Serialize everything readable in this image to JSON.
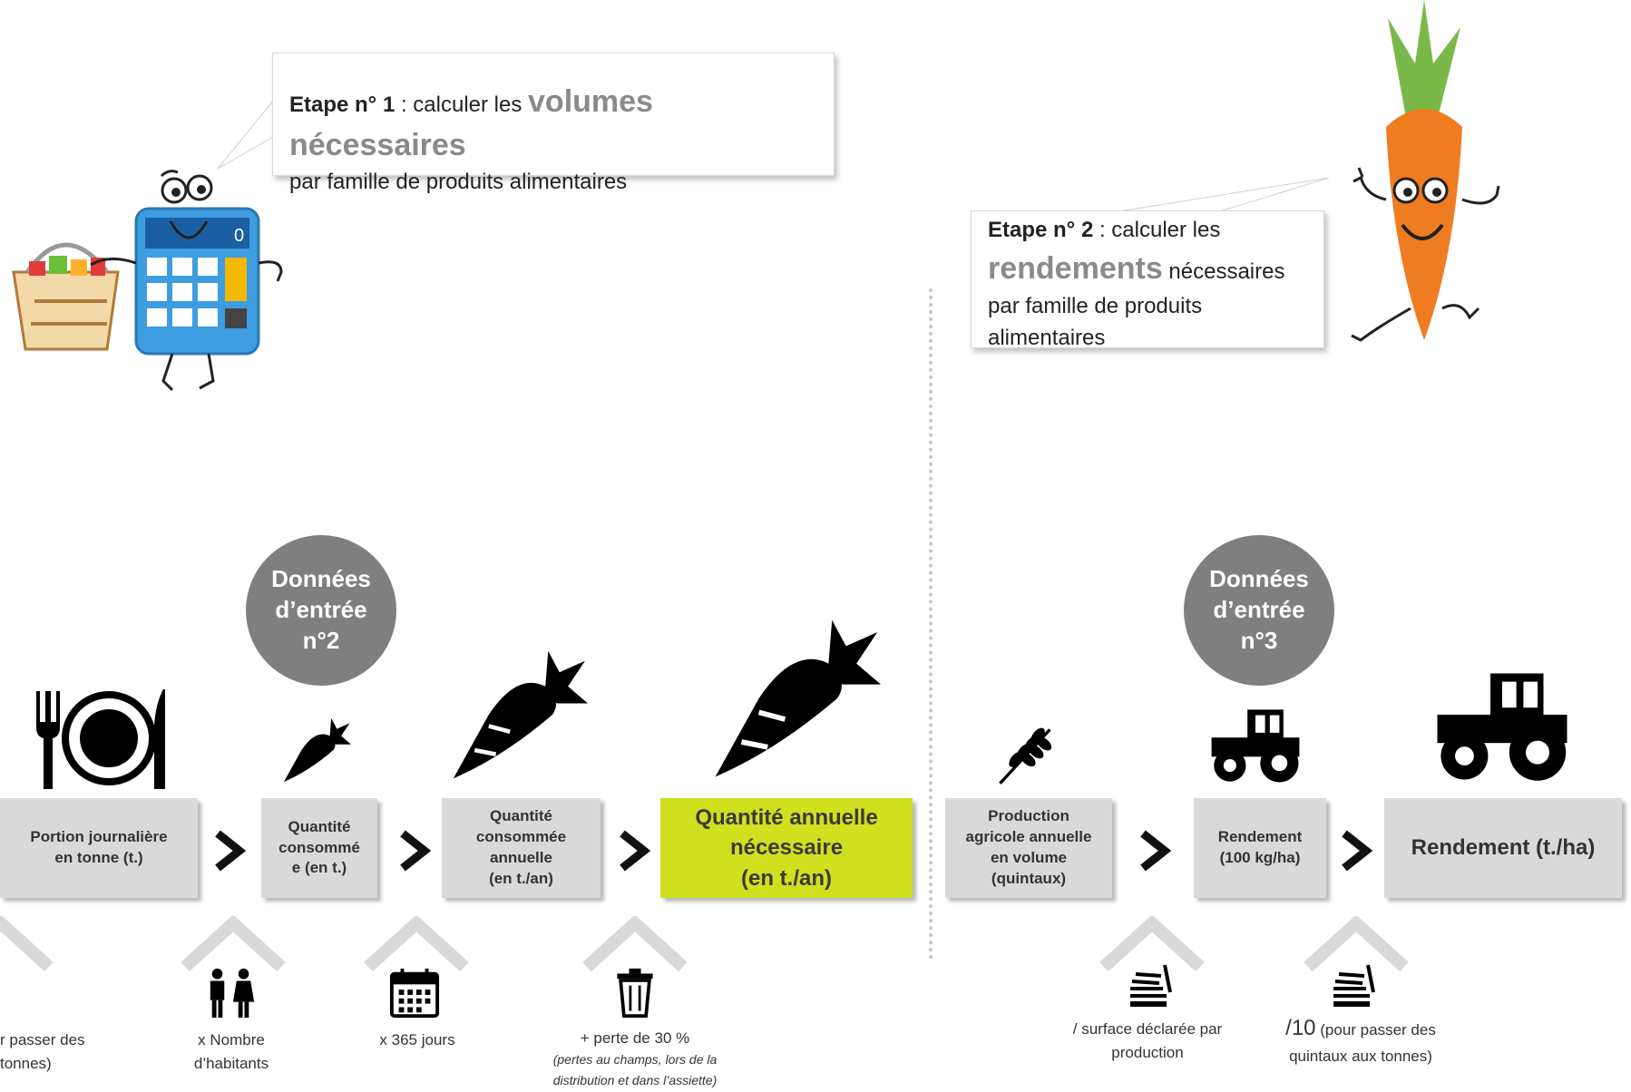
{
  "step1": {
    "prefix": "Etape n° 1",
    "mid": " : calculer les ",
    "highlight": "volumes nécessaires",
    "line2": "par famille de produits alimentaires"
  },
  "step2": {
    "prefix": "Etape n° 2",
    "mid": " : calculer les",
    "highlight": "rendements",
    "after": " nécessaires",
    "line3": "par famille de produits",
    "line4": "alimentaires"
  },
  "calculator_display": "0",
  "inputs": [
    {
      "line1": "Données",
      "line2": "d’entrée",
      "line3": "n°2"
    },
    {
      "line1": "Données",
      "line2": "d’entrée",
      "line3": "n°3"
    }
  ],
  "boxes": [
    {
      "lines": [
        "Portion journalière",
        "en tonne (t.)"
      ]
    },
    {
      "lines": [
        "Quantité",
        "consommé",
        "e (en t.)"
      ]
    },
    {
      "lines": [
        "Quantité",
        "consommée",
        "annuelle",
        "(en t./an)"
      ]
    },
    {
      "lines": [
        "Quantité annuelle",
        "nécessaire",
        "(en t./an)"
      ]
    },
    {
      "lines": [
        "Production",
        "agricole annuelle",
        "en volume",
        "(quintaux)"
      ]
    },
    {
      "lines": [
        "Rendement",
        "(100 kg/ha)"
      ]
    },
    {
      "lines": [
        "Rendement (t./ha)"
      ]
    }
  ],
  "captions": {
    "c0": {
      "line1": "r passer des",
      "line2": "tonnes)"
    },
    "c1": {
      "line1": "x Nombre",
      "line2": "d’habitants"
    },
    "c2": {
      "line1": "x 365 jours"
    },
    "c3": {
      "line1": "+ perte de 30 %",
      "note1": "(pertes au champs, lors de la",
      "note2": "distribution et dans l’assiette)"
    },
    "c4": {
      "line1": "/ surface déclarée par",
      "line2": "production"
    },
    "c5": {
      "slash": "/10",
      "line1": " (pour passer des",
      "line2": "quintaux aux tonnes)"
    }
  },
  "colors": {
    "highlight_box": "#cfe01f",
    "circle": "#7f7f7f",
    "box": "#d9d9d9",
    "calculator": "#3d9de0",
    "carrot": "#f07c22"
  }
}
